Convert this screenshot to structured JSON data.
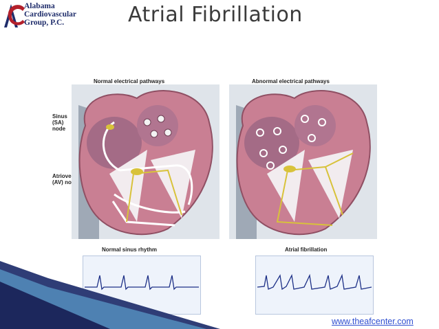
{
  "logo": {
    "line1": "Alabama",
    "line2": "Cardiovascular",
    "line3": "Group, P.C."
  },
  "title": "Atrial Fibrillation",
  "figure": {
    "left_heading": "Normal electrical pathways",
    "right_heading": "Abnormal electrical pathways",
    "sinus_label_1": "Sinus",
    "sinus_label_2": "(SA)",
    "sinus_label_3": "node",
    "av_label_1": "Atrioventricular",
    "av_label_2": "(AV) node",
    "left_ecg_title": "Normal sinus rhythm",
    "right_ecg_title": "Atrial fibrillation"
  },
  "footer": {
    "url": "www.theafcenter.com"
  },
  "colors": {
    "heart_muscle": "#c97f93",
    "chamber": "#a46b86",
    "nerve": "#d8c23a",
    "ecg_line": "#1c2f86",
    "brand": "#1f2d6b",
    "logo_red": "#b3202b"
  }
}
